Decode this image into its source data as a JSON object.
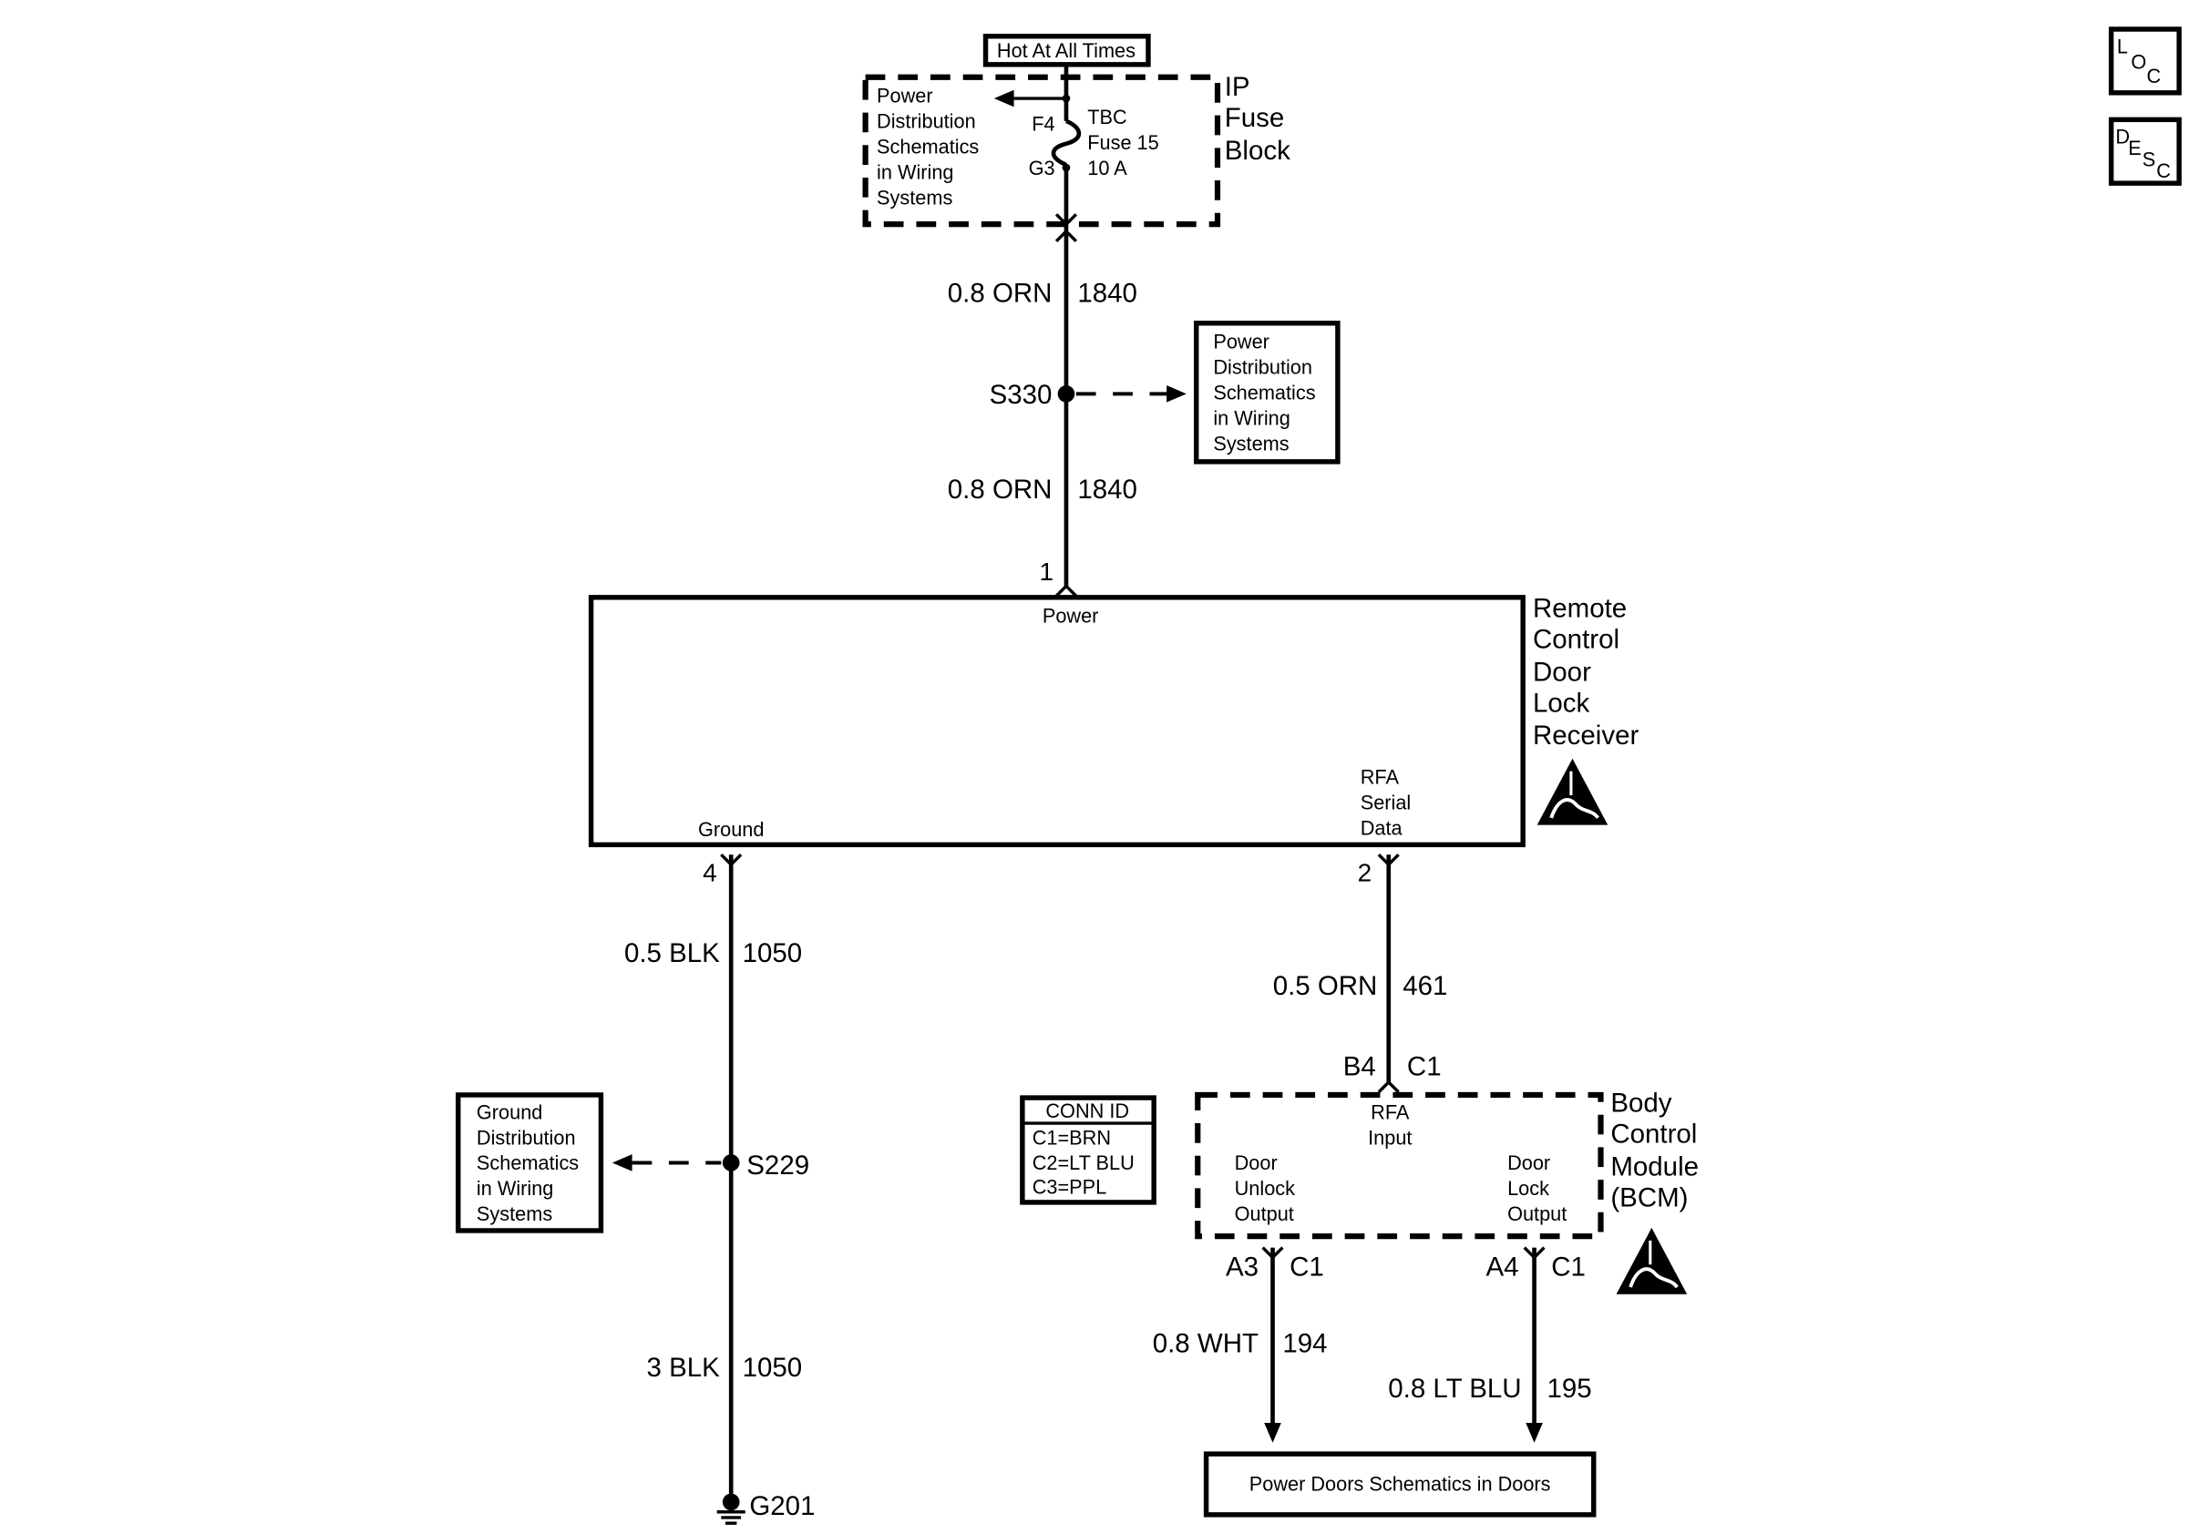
{
  "corner_icons": [
    {
      "name": "loc-icon",
      "letters": [
        "L",
        "O",
        "C"
      ]
    },
    {
      "name": "desc-icon",
      "letters": [
        "D",
        "E",
        "S",
        "C"
      ]
    }
  ],
  "fuse_block": {
    "hot_label": "Hot At All Times",
    "name_lines": [
      "IP",
      "Fuse",
      "Block"
    ],
    "ref_lines": [
      "Power",
      "Distribution",
      "Schematics",
      "in Wiring",
      "Systems"
    ],
    "fuse_lines": [
      "TBC",
      "Fuse 15",
      "10 A"
    ],
    "pin_top": "F4",
    "pin_bottom": "G3"
  },
  "wire_1840": {
    "upper_gauge": "0.8 ORN",
    "upper_circuit": "1840",
    "lower_gauge": "0.8 ORN",
    "lower_circuit": "1840"
  },
  "splice_s330": {
    "label": "S330",
    "ref_lines": [
      "Power",
      "Distribution",
      "Schematics",
      "in Wiring",
      "Systems"
    ]
  },
  "receiver": {
    "name_lines": [
      "Remote",
      "Control",
      "Door",
      "Lock",
      "Receiver"
    ],
    "power_pin": "1",
    "power_label": "Power",
    "ground_label": "Ground",
    "serial_lines": [
      "RFA",
      "Serial",
      "Data"
    ],
    "ground_pin": "4",
    "serial_pin": "2"
  },
  "wire_1050": {
    "upper_gauge": "0.5 BLK",
    "upper_circuit": "1050",
    "lower_gauge": "3 BLK",
    "lower_circuit": "1050"
  },
  "splice_s229": {
    "label": "S229",
    "ref_lines": [
      "Ground",
      "Distribution",
      "Schematics",
      "in Wiring",
      "Systems"
    ]
  },
  "ground_g201": {
    "label": "G201"
  },
  "wire_461": {
    "gauge": "0.5 ORN",
    "circuit": "461"
  },
  "bcm": {
    "name_lines": [
      "Body",
      "Control",
      "Module",
      "(BCM)"
    ],
    "input_pin": "B4",
    "input_conn": "C1",
    "input_lines": [
      "RFA",
      "Input"
    ],
    "unlock_lines": [
      "Door",
      "Unlock",
      "Output"
    ],
    "lock_lines": [
      "Door",
      "Lock",
      "Output"
    ],
    "unlock_pin": "A3",
    "unlock_conn": "C1",
    "lock_pin": "A4",
    "lock_conn": "C1"
  },
  "conn_id": {
    "title": "CONN ID",
    "rows": [
      "C1=BRN",
      "C2=LT BLU",
      "C3=PPL"
    ]
  },
  "wire_194": {
    "gauge": "0.8 WHT",
    "circuit": "194"
  },
  "wire_195": {
    "gauge": "0.8 LT BLU",
    "circuit": "195"
  },
  "doors_box": {
    "label": "Power Doors Schematics in Doors"
  }
}
